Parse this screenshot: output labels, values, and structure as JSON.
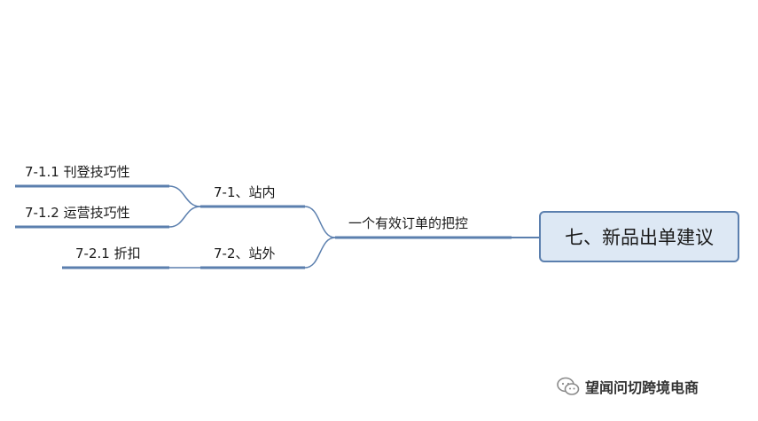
{
  "root": {
    "label": "七、新品出单建议"
  },
  "branch": {
    "label": "一个有效订单的把控"
  },
  "sub1": {
    "label": "7-1、站内"
  },
  "sub2": {
    "label": "7-2、站外"
  },
  "leaf11": {
    "label": "7-1.1 刊登技巧性"
  },
  "leaf12": {
    "label": "7-1.2 运营技巧性"
  },
  "leaf21": {
    "label": "7-2.1 折扣"
  },
  "watermark": {
    "text": "望闻问切跨境电商",
    "icon": "wechat-icon"
  },
  "colors": {
    "line": "#5b7fae",
    "root_fill": "#dde8f4",
    "root_border": "#5b7fae"
  }
}
